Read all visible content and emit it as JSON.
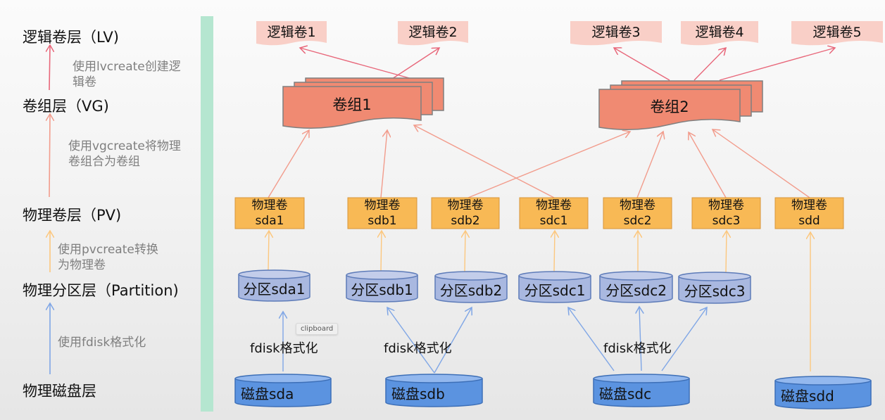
{
  "colors": {
    "lv_fill": "#f9cfc7",
    "vg_fill": "#f08a72",
    "vg_stroke": "#7f7f7f",
    "pv_fill": "#f8b955",
    "pv_stroke": "#d7953a",
    "partition_fill": "#a9b8e0",
    "partition_stroke": "#5d7bb8",
    "disk_fill": "#5b93e0",
    "disk_top": "#93b8ee",
    "disk_stroke": "#3d6fb7",
    "arrow_lv": "#e8677a",
    "arrow_vg": "#f29c8c",
    "arrow_pv": "#fcc77e",
    "arrow_part": "#7fa6e6",
    "divider": "#b5e6d0"
  },
  "legend": {
    "layers": [
      {
        "id": "lv",
        "label": "逻辑卷层（LV)"
      },
      {
        "id": "vg",
        "label": "卷组层（VG)"
      },
      {
        "id": "pv",
        "label": "物理卷层（PV)"
      },
      {
        "id": "partition",
        "label": "物理分区层（Partition)"
      },
      {
        "id": "disk",
        "label": "物理磁盘层"
      }
    ],
    "steps": [
      {
        "id": "lvcreate",
        "label": "使用lvcreate创建逻辑卷"
      },
      {
        "id": "vgcreate",
        "label": "使用vgcreate将物理卷组合为卷组"
      },
      {
        "id": "pvcreate",
        "label": "使用pvcreate转换为物理卷"
      },
      {
        "id": "fdisk",
        "label": "使用fdisk格式化"
      }
    ]
  },
  "diagram": {
    "logical_volumes": [
      "逻辑卷1",
      "逻辑卷2",
      "逻辑卷3",
      "逻辑卷4",
      "逻辑卷5"
    ],
    "volume_groups": [
      "卷组1",
      "卷组2"
    ],
    "physical_volumes": [
      {
        "title": "物理卷",
        "name": "sda1"
      },
      {
        "title": "物理卷",
        "name": "sdb1"
      },
      {
        "title": "物理卷",
        "name": "sdb2"
      },
      {
        "title": "物理卷",
        "name": "sdc1"
      },
      {
        "title": "物理卷",
        "name": "sdc2"
      },
      {
        "title": "物理卷",
        "name": "sdc3"
      },
      {
        "title": "物理卷",
        "name": "sdd"
      }
    ],
    "partitions": [
      "分区sda1",
      "分区sdb1",
      "分区sdb2",
      "分区sdc1",
      "分区sdc2",
      "分区sdc3"
    ],
    "disks": [
      "磁盘sda",
      "磁盘sdb",
      "磁盘sdc",
      "磁盘sdd"
    ],
    "fdisk_labels": [
      "fdisk格式化",
      "fdisk格式化",
      "fdisk格式化"
    ],
    "edges": {
      "vg_to_lv": [
        [
          "卷组1",
          "逻辑卷1"
        ],
        [
          "卷组1",
          "逻辑卷2"
        ],
        [
          "卷组2",
          "逻辑卷3"
        ],
        [
          "卷组2",
          "逻辑卷4"
        ],
        [
          "卷组2",
          "逻辑卷5"
        ]
      ],
      "pv_to_vg": [
        [
          "sda1",
          "卷组1"
        ],
        [
          "sdb1",
          "卷组1"
        ],
        [
          "sdc1",
          "卷组1"
        ],
        [
          "sdb2",
          "卷组2"
        ],
        [
          "sdc2",
          "卷组2"
        ],
        [
          "sdc3",
          "卷组2"
        ],
        [
          "sdd",
          "卷组2"
        ]
      ],
      "partition_to_pv": [
        [
          "分区sda1",
          "sda1"
        ],
        [
          "分区sdb1",
          "sdb1"
        ],
        [
          "分区sdb2",
          "sdb2"
        ],
        [
          "分区sdc1",
          "sdc1"
        ],
        [
          "分区sdc2",
          "sdc2"
        ],
        [
          "分区sdc3",
          "sdc3"
        ]
      ],
      "disk_to_partition": [
        [
          "磁盘sda",
          "分区sda1"
        ],
        [
          "磁盘sdb",
          "分区sdb1"
        ],
        [
          "磁盘sdb",
          "分区sdb2"
        ],
        [
          "磁盘sdc",
          "分区sdc1"
        ],
        [
          "磁盘sdc",
          "分区sdc2"
        ],
        [
          "磁盘sdc",
          "分区sdc3"
        ]
      ],
      "disk_to_pv": [
        [
          "磁盘sdd",
          "sdd"
        ]
      ]
    }
  },
  "tooltip": {
    "label": "clipboard"
  }
}
